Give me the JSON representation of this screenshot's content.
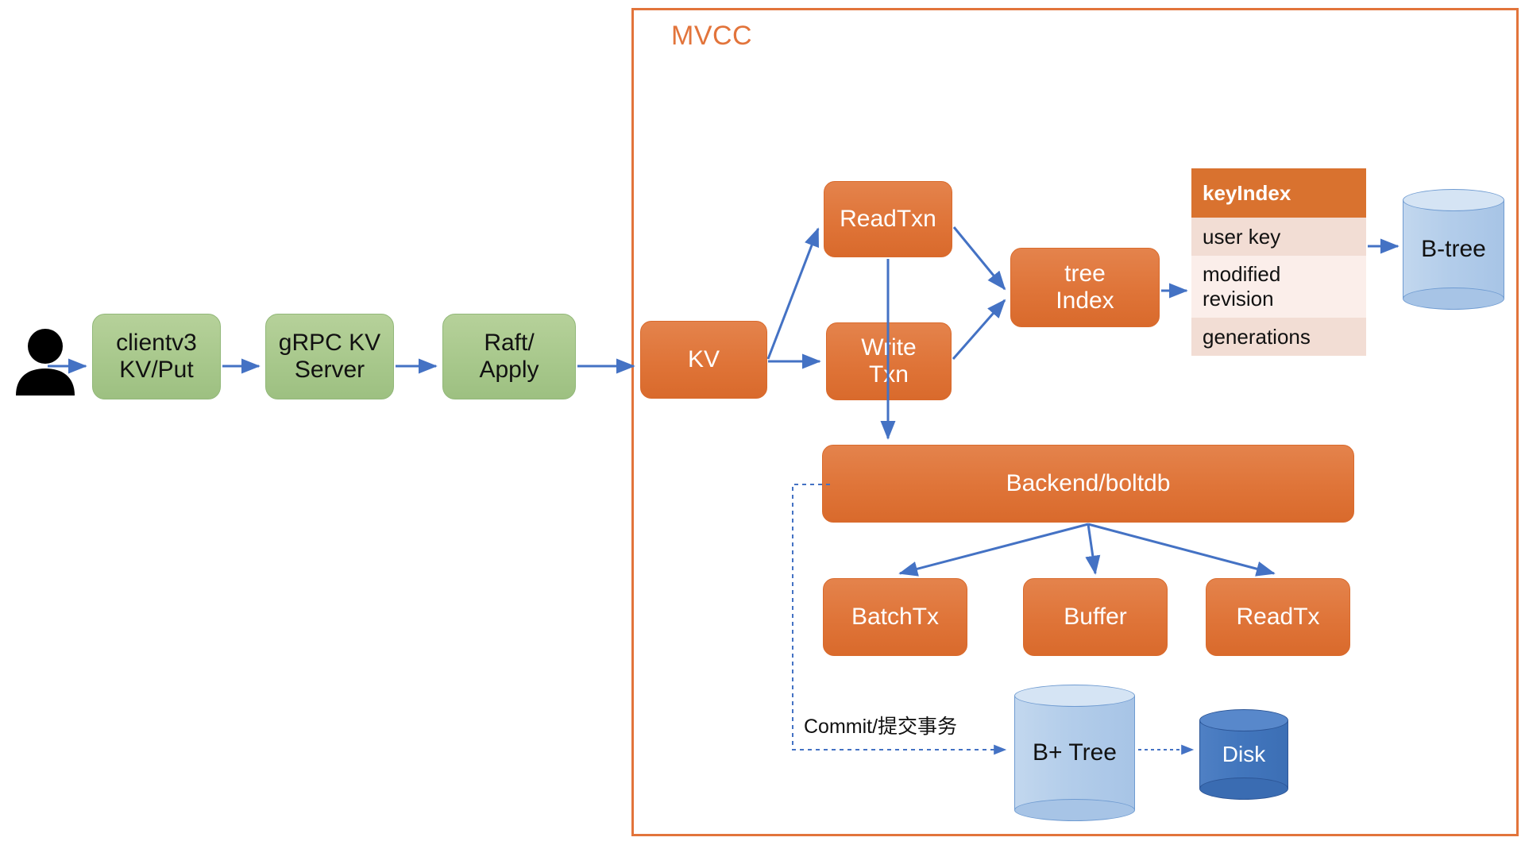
{
  "diagram": {
    "title": "etcd MVCC write path",
    "colors": {
      "orange_accent": "#e2743b",
      "orange_box": "#df7438",
      "green_box": "#a8c88c",
      "arrow_blue": "#4472c4",
      "cylinder_light": "#b3cdea",
      "cylinder_dark": "#4276bd",
      "keyindex_header": "#d9722f",
      "keyindex_row_a": "#f2ddd4",
      "keyindex_row_b": "#fbeeea"
    }
  },
  "actor": {
    "icon": "person-icon"
  },
  "pipeline": {
    "steps": [
      {
        "id": "clientv3",
        "label": "clientv3\nKV/Put",
        "line1": "clientv3",
        "line2": "KV/Put"
      },
      {
        "id": "grpc",
        "label": "gRPC KV\nServer",
        "line1": "gRPC KV",
        "line2": "Server"
      },
      {
        "id": "raft",
        "label": "Raft/\nApply",
        "line1": "Raft/",
        "line2": "Apply"
      }
    ]
  },
  "mvcc": {
    "title": "MVCC",
    "nodes": {
      "kv": "KV",
      "read_txn": "ReadTxn",
      "write_txn_line1": "Write",
      "write_txn_line2": "Txn",
      "tree_index_line1": "tree",
      "tree_index_line2": "Index",
      "backend": "Backend/boltdb",
      "batch_tx": "BatchTx",
      "buffer": "Buffer",
      "read_tx": "ReadTx"
    },
    "key_index": {
      "header": "keyIndex",
      "rows": [
        {
          "text": "user key"
        },
        {
          "text": "modified\nrevision",
          "line1": "modified",
          "line2": "revision"
        },
        {
          "text": "generations"
        }
      ]
    },
    "storage": {
      "btree": "B-tree",
      "bplus_tree": "B+ Tree",
      "disk": "Disk"
    },
    "edges": {
      "commit_label": "Commit/提交事务"
    }
  }
}
